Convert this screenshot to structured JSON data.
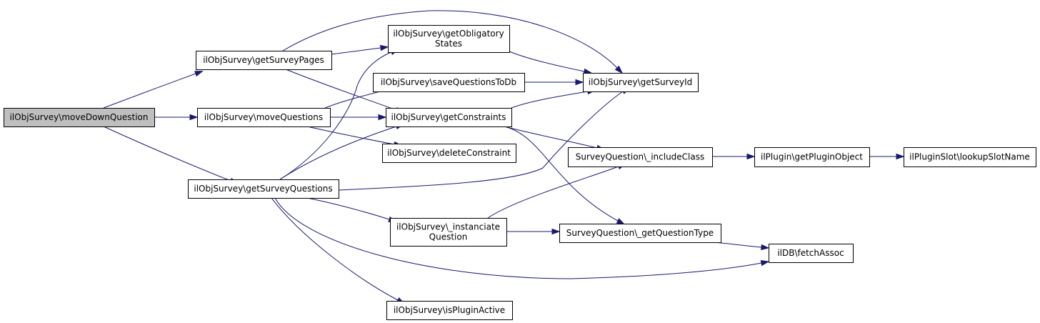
{
  "diagram": {
    "type": "call-graph",
    "colors": {
      "edge": "#191970",
      "node_fill": "#ffffff",
      "root_fill": "#bfbfbf",
      "node_border": "#000000",
      "background": "#ffffff"
    },
    "nodes": [
      {
        "id": "moveDownQuestion",
        "lines": [
          "ilObjSurvey\\moveDownQuestion"
        ],
        "root": true
      },
      {
        "id": "getSurveyPages",
        "lines": [
          "ilObjSurvey\\getSurveyPages"
        ]
      },
      {
        "id": "moveQuestions",
        "lines": [
          "ilObjSurvey\\moveQuestions"
        ]
      },
      {
        "id": "getSurveyQuestions",
        "lines": [
          "ilObjSurvey\\getSurveyQuestions"
        ]
      },
      {
        "id": "getObligatoryStates",
        "lines": [
          "ilObjSurvey\\getObligatory",
          "States"
        ]
      },
      {
        "id": "saveQuestionsToDb",
        "lines": [
          "ilObjSurvey\\saveQuestionsToDb"
        ]
      },
      {
        "id": "getConstraints",
        "lines": [
          "ilObjSurvey\\getConstraints"
        ]
      },
      {
        "id": "deleteConstraint",
        "lines": [
          "ilObjSurvey\\deleteConstraint"
        ]
      },
      {
        "id": "instanciateQuestion",
        "lines": [
          "ilObjSurvey\\_instanciate",
          "Question"
        ]
      },
      {
        "id": "isPluginActive",
        "lines": [
          "ilObjSurvey\\isPluginActive"
        ]
      },
      {
        "id": "getSurveyId",
        "lines": [
          "ilObjSurvey\\getSurveyId"
        ]
      },
      {
        "id": "includeClass",
        "lines": [
          "SurveyQuestion\\_includeClass"
        ]
      },
      {
        "id": "getQuestionType",
        "lines": [
          "SurveyQuestion\\_getQuestionType"
        ]
      },
      {
        "id": "fetchAssoc",
        "lines": [
          "ilDB\\fetchAssoc"
        ]
      },
      {
        "id": "getPluginObject",
        "lines": [
          "ilPlugin\\getPluginObject"
        ]
      },
      {
        "id": "lookupSlotName",
        "lines": [
          "ilPluginSlot\\lookupSlotName"
        ]
      }
    ],
    "edges": [
      {
        "from": "moveDownQuestion",
        "to": "getSurveyPages"
      },
      {
        "from": "moveDownQuestion",
        "to": "moveQuestions"
      },
      {
        "from": "moveDownQuestion",
        "to": "getSurveyQuestions"
      },
      {
        "from": "getSurveyPages",
        "to": "getObligatoryStates"
      },
      {
        "from": "getSurveyPages",
        "to": "getSurveyId"
      },
      {
        "from": "getSurveyPages",
        "to": "getConstraints"
      },
      {
        "from": "moveQuestions",
        "to": "saveQuestionsToDb"
      },
      {
        "from": "moveQuestions",
        "to": "getConstraints"
      },
      {
        "from": "moveQuestions",
        "to": "deleteConstraint"
      },
      {
        "from": "getSurveyQuestions",
        "to": "getObligatoryStates"
      },
      {
        "from": "getSurveyQuestions",
        "to": "getConstraints"
      },
      {
        "from": "getSurveyQuestions",
        "to": "getSurveyId"
      },
      {
        "from": "getSurveyQuestions",
        "to": "instanciateQuestion"
      },
      {
        "from": "getSurveyQuestions",
        "to": "fetchAssoc"
      },
      {
        "from": "getSurveyQuestions",
        "to": "isPluginActive"
      },
      {
        "from": "getObligatoryStates",
        "to": "getSurveyId"
      },
      {
        "from": "saveQuestionsToDb",
        "to": "getSurveyId"
      },
      {
        "from": "getConstraints",
        "to": "getSurveyId"
      },
      {
        "from": "getConstraints",
        "to": "includeClass"
      },
      {
        "from": "getConstraints",
        "to": "getQuestionType"
      },
      {
        "from": "instanciateQuestion",
        "to": "includeClass"
      },
      {
        "from": "instanciateQuestion",
        "to": "getQuestionType"
      },
      {
        "from": "getQuestionType",
        "to": "fetchAssoc"
      },
      {
        "from": "includeClass",
        "to": "getPluginObject"
      },
      {
        "from": "getPluginObject",
        "to": "lookupSlotName"
      }
    ]
  }
}
